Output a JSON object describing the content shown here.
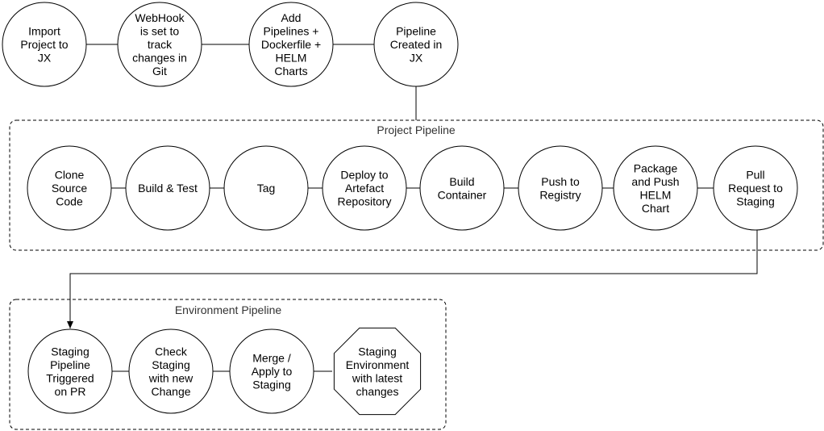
{
  "colors": {
    "stroke": "#000000",
    "fill": "#ffffff",
    "text": "#000000",
    "group_title": "#333333"
  },
  "top_flow": {
    "nodes": [
      {
        "id": "import",
        "lines": [
          "Import",
          "Project to",
          "JX"
        ]
      },
      {
        "id": "webhook",
        "lines": [
          "WebHook",
          "is set to",
          "track",
          "changes in",
          "Git"
        ]
      },
      {
        "id": "add-pipelines",
        "lines": [
          "Add",
          "Pipelines +",
          "Dockerfile +",
          "HELM",
          "Charts"
        ]
      },
      {
        "id": "pipeline-created",
        "lines": [
          "Pipeline",
          "Created in",
          "JX"
        ]
      }
    ]
  },
  "project_pipeline": {
    "title": "Project Pipeline",
    "nodes": [
      {
        "id": "clone",
        "lines": [
          "Clone",
          "Source",
          "Code"
        ]
      },
      {
        "id": "build-test",
        "lines": [
          "Build & Test"
        ]
      },
      {
        "id": "tag",
        "lines": [
          "Tag"
        ]
      },
      {
        "id": "deploy-artefact",
        "lines": [
          "Deploy to",
          "Artefact",
          "Repository"
        ]
      },
      {
        "id": "build-container",
        "lines": [
          "Build",
          "Container"
        ]
      },
      {
        "id": "push-registry",
        "lines": [
          "Push to",
          "Registry"
        ]
      },
      {
        "id": "package-helm",
        "lines": [
          "Package",
          "and Push",
          "HELM",
          "Chart"
        ]
      },
      {
        "id": "pull-request",
        "lines": [
          "Pull",
          "Request to",
          "Staging"
        ]
      }
    ]
  },
  "environment_pipeline": {
    "title": "Environment Pipeline",
    "nodes": [
      {
        "id": "staging-triggered",
        "lines": [
          "Staging",
          "Pipeline",
          "Triggered",
          "on PR"
        ]
      },
      {
        "id": "check-staging",
        "lines": [
          "Check",
          "Staging",
          "with new",
          "Change"
        ]
      },
      {
        "id": "merge-apply",
        "lines": [
          "Merge /",
          "Apply to",
          "Staging"
        ]
      },
      {
        "id": "staging-env",
        "shape": "octagon",
        "lines": [
          "Staging",
          "Environment",
          "with latest",
          "changes"
        ]
      }
    ]
  }
}
